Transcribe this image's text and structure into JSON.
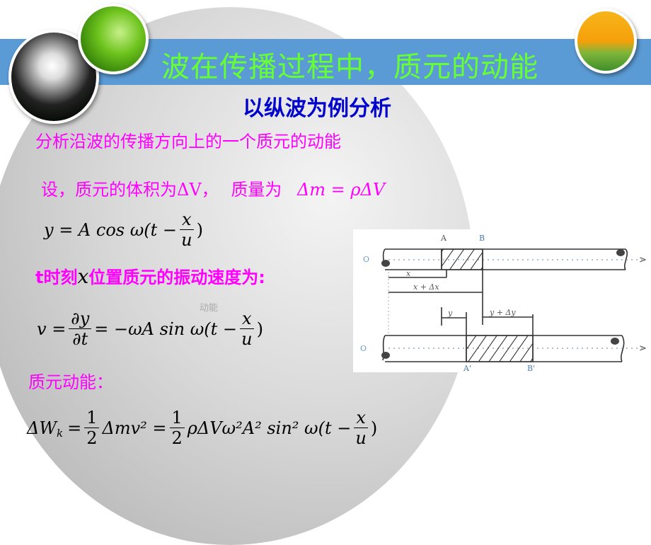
{
  "slide": {
    "title": "波在传播过程中，质元的动能",
    "subtitle": "以纵波为例分析",
    "intro": "分析沿波的传播方向上的一个质元的动能",
    "volume_text": "设，质元的体积为",
    "volume_sym": "ΔV",
    "comma": "，",
    "mass_text": "质量为",
    "mass_formula": "Δm = ρΔV",
    "wave_eq": {
      "lhs": "y = A cos ω(t −",
      "num": "x",
      "den": "u",
      "rhs": ")"
    },
    "velocity_label": {
      "t": "t时刻",
      "x": "x",
      "rest": "位置质元的振动速度为:"
    },
    "faint_label": "动能",
    "velocity_eq": {
      "lhs": "v =",
      "d_num": "∂y",
      "d_den": "∂t",
      "mid": "= −ωA sin ω(t −",
      "num": "x",
      "den": "u",
      "rhs": ")"
    },
    "ke_label": "质元动能：",
    "ke_eq": {
      "lhs": "ΔW",
      "sub": "k",
      "eq": "=",
      "h_num": "1",
      "h_den": "2",
      "t1": "Δmv² =",
      "t2": "ρΔVω²A² sin² ω(t −",
      "num": "x",
      "den": "u",
      "rhs": ")"
    }
  },
  "diagram": {
    "labels": {
      "A": "A",
      "B": "B",
      "O_top": "O",
      "O_bottom": "O",
      "x": "x",
      "x_dx": "x + Δx",
      "y": "y",
      "y_dy": "y + Δy",
      "A_prime": "A'",
      "B_prime": "B'"
    }
  },
  "colors": {
    "band": "#5b9bd5",
    "title": "#66ff33",
    "subtitle": "#0000cc",
    "highlight": "#ff00ff"
  }
}
